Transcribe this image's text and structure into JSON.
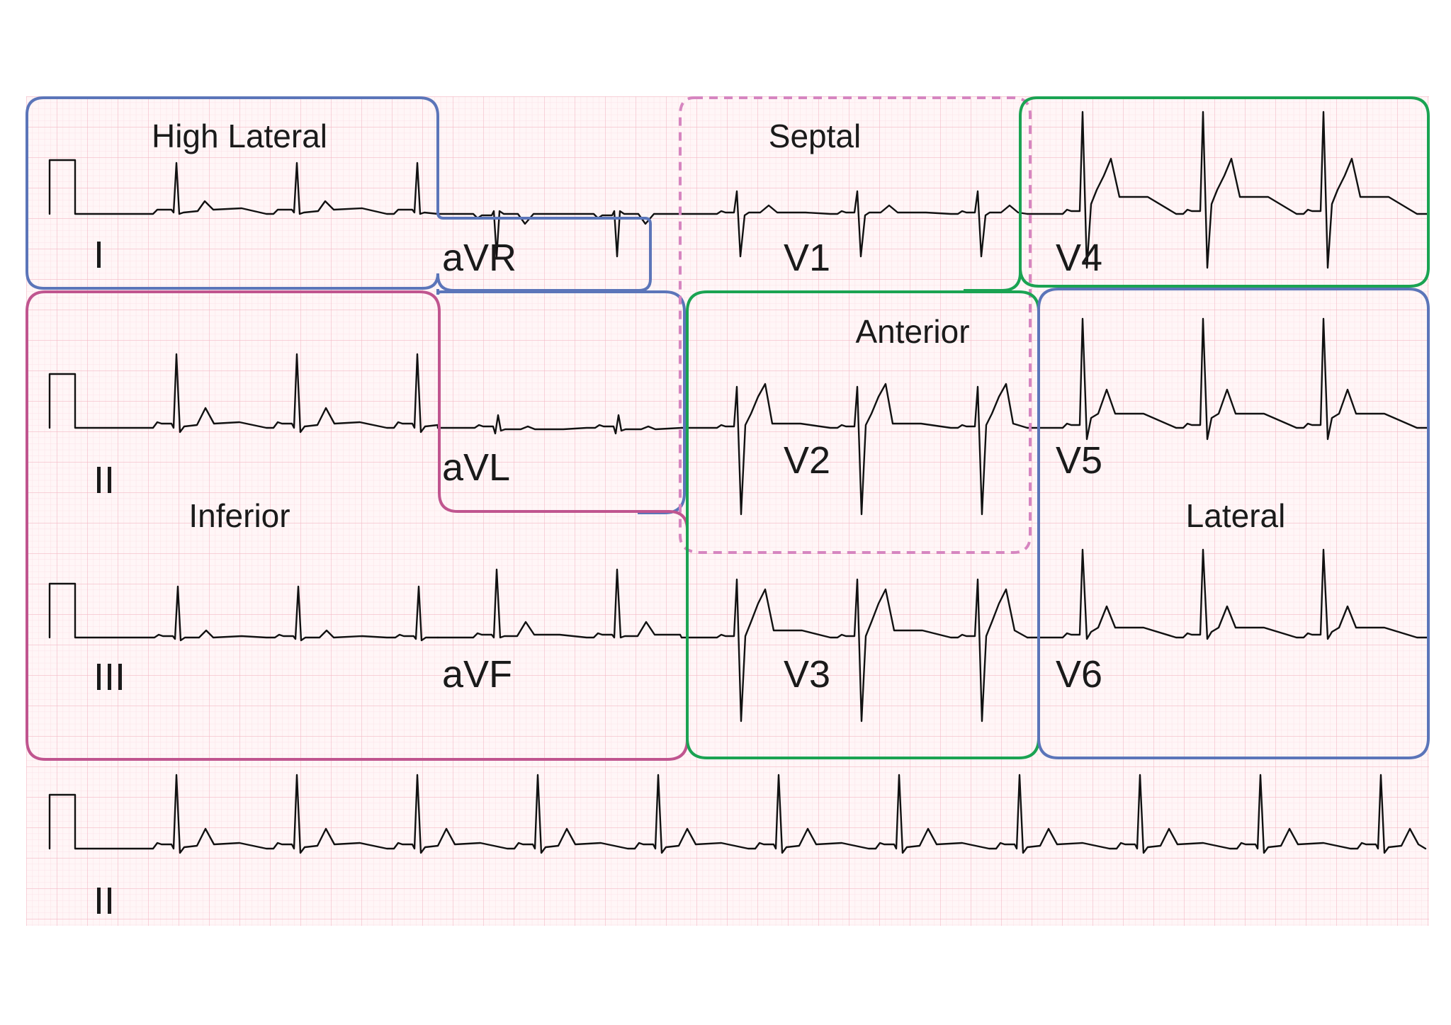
{
  "leads": [
    {
      "id": "I",
      "label": "I",
      "row": 0,
      "col": 0,
      "morph": "lateral",
      "cal": true
    },
    {
      "id": "aVR",
      "label": "aVR",
      "row": 0,
      "col": 1,
      "morph": "avr"
    },
    {
      "id": "V1",
      "label": "V1",
      "row": 0,
      "col": 2,
      "morph": "v1"
    },
    {
      "id": "V4",
      "label": "V4",
      "row": 0,
      "col": 3,
      "morph": "v4"
    },
    {
      "id": "II",
      "label": "II",
      "row": 1,
      "col": 0,
      "morph": "lead2",
      "cal": true
    },
    {
      "id": "aVL",
      "label": "aVL",
      "row": 1,
      "col": 1,
      "morph": "avl"
    },
    {
      "id": "V2",
      "label": "V2",
      "row": 1,
      "col": 2,
      "morph": "v2"
    },
    {
      "id": "V5",
      "label": "V5",
      "row": 1,
      "col": 3,
      "morph": "v5"
    },
    {
      "id": "III",
      "label": "III",
      "row": 2,
      "col": 0,
      "morph": "lead3",
      "cal": true
    },
    {
      "id": "aVF",
      "label": "aVF",
      "row": 2,
      "col": 1,
      "morph": "avf"
    },
    {
      "id": "V3",
      "label": "V3",
      "row": 2,
      "col": 2,
      "morph": "v3"
    },
    {
      "id": "V6",
      "label": "V6",
      "row": 2,
      "col": 3,
      "morph": "v6"
    },
    {
      "id": "II-rhythm",
      "label": "II",
      "row": 3,
      "col": 0,
      "morph": "lead2",
      "cal": true,
      "rhythm": true
    }
  ],
  "regions": [
    {
      "id": "high-lateral",
      "label": "High Lateral",
      "color": "#5b75b9",
      "style": "solid"
    },
    {
      "id": "septal",
      "label": "Septal",
      "color": "#d685c0",
      "style": "dashed"
    },
    {
      "id": "anterior-v4",
      "label": "",
      "color": "#1aa352",
      "style": "solid"
    },
    {
      "id": "inferior",
      "label": "Inferior",
      "color": "#c0558f",
      "style": "solid"
    },
    {
      "id": "anterior",
      "label": "Anterior",
      "color": "#1aa352",
      "style": "solid"
    },
    {
      "id": "lateral",
      "label": "Lateral",
      "color": "#5b75b9",
      "style": "solid"
    }
  ],
  "colors": {
    "grid_minor": "#fbe1e6",
    "grid_major": "#f3b8c4",
    "paper": "#fff6f7",
    "trace": "#111111"
  }
}
